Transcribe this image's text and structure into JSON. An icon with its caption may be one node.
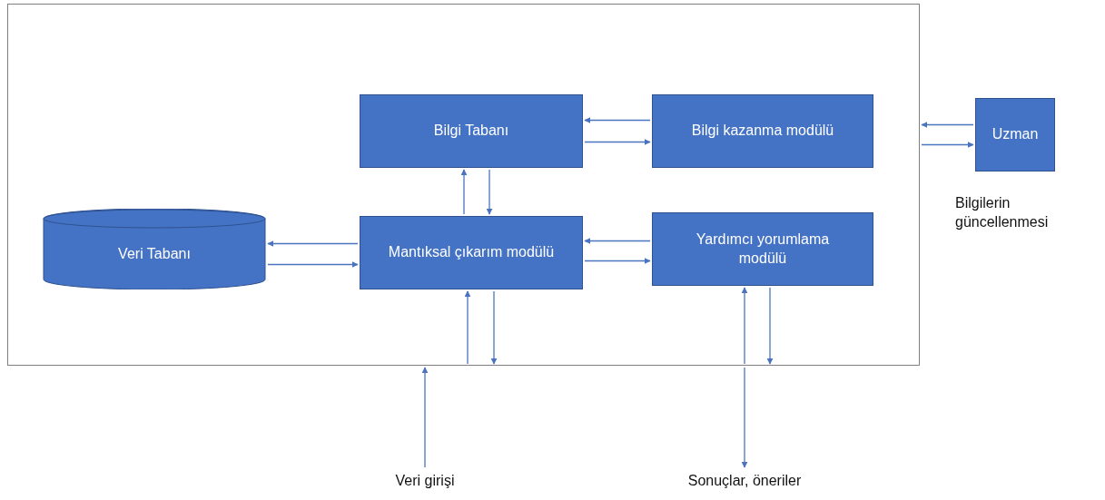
{
  "diagram": {
    "nodes": [
      {
        "text": [],
        "shape": "box"
      },
      {
        "text": [
          "Bilgi Tabanı"
        ],
        "in": 0
      },
      {
        "text": [
          "Bilgi kazanma modülü"
        ],
        "in": 0
      },
      {
        "text": [
          "Veri Tabanı"
        ],
        "in": 0
      },
      {
        "text": [
          "Mantıksal çıkarım modülü"
        ],
        "in": 0
      },
      {
        "text": [
          "Yardımcı yorumlama modülü"
        ],
        "in": 0
      },
      {
        "text": [
          "Uzman"
        ],
        "beside": [
          "Bilgilerin güncellenmesi"
        ]
      },
      {
        "text": [
          "Veri girişi"
        ]
      },
      {
        "text": [
          "Sonuçlar, öneriler"
        ]
      }
    ],
    "edges": [
      {
        "from": 2,
        "to": 1,
        "arrow": "to"
      },
      {
        "from": 1,
        "to": 2,
        "arrow": "to"
      },
      {
        "from": 4,
        "to": 1,
        "arrow": "to"
      },
      {
        "from": 1,
        "to": 4,
        "arrow": "to"
      },
      {
        "from": 4,
        "to": 3,
        "arrow": "to"
      },
      {
        "from": 3,
        "to": 4,
        "arrow": "to"
      },
      {
        "from": 5,
        "to": 4,
        "arrow": "to"
      },
      {
        "from": 4,
        "to": 5,
        "arrow": "to"
      },
      {
        "from": 0,
        "to": 4,
        "arrow": "to"
      },
      {
        "from": 4,
        "to": 0,
        "arrow": "to"
      },
      {
        "from": 0,
        "to": 5,
        "arrow": "to"
      },
      {
        "from": 5,
        "to": 0,
        "arrow": "to"
      },
      {
        "from": 6,
        "to": 0,
        "arrow": "to"
      },
      {
        "from": 0,
        "to": 6,
        "arrow": "to"
      },
      {
        "from": 7,
        "to": 0,
        "arrow": "to"
      },
      {
        "from": 0,
        "to": 8,
        "arrow": "to"
      }
    ]
  }
}
